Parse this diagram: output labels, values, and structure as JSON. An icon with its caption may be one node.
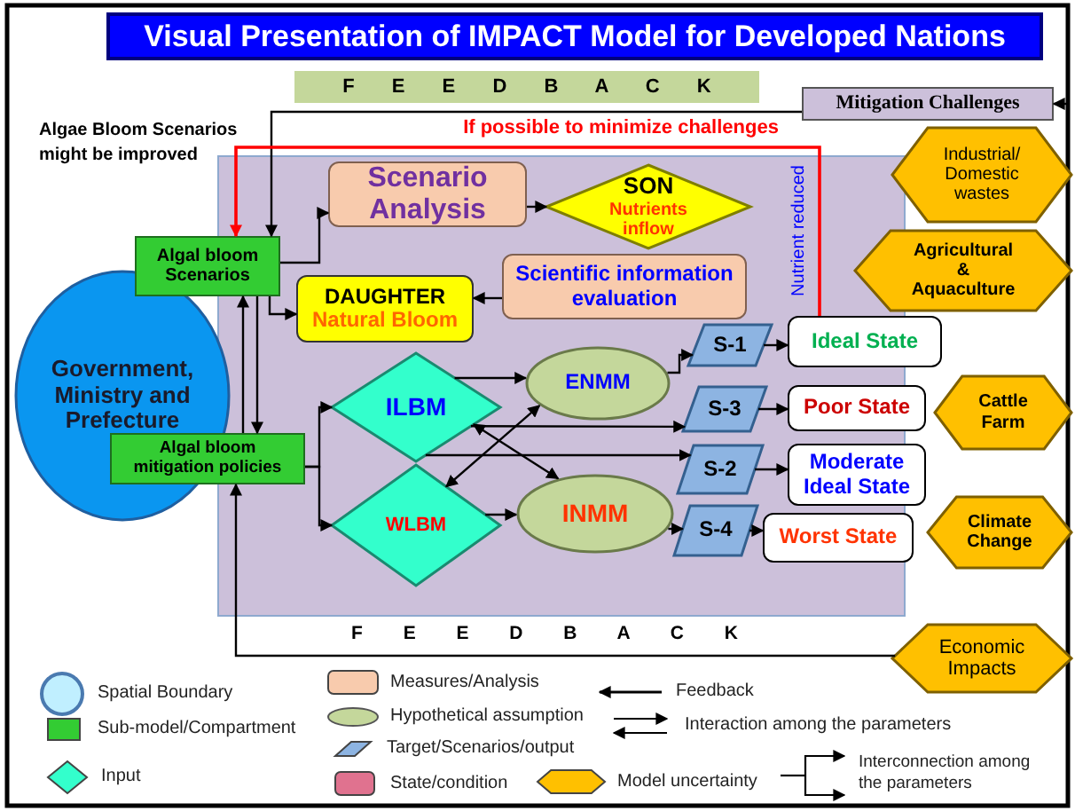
{
  "diagram": {
    "title": "Visual Presentation of IMPACT Model for Developed Nations",
    "nodes": [
      {
        "text": [
          "Government, Ministry and Prefecture"
        ]
      },
      {
        "text": [
          "Algal bloom Scenarios"
        ]
      },
      {
        "text": [
          "Algal bloom mitigation policies"
        ]
      },
      {
        "text": [
          "Scenario Analysis"
        ]
      },
      {
        "text": [
          "SON",
          "Nutrients inflow"
        ]
      },
      {
        "text": [
          "DAUGHTER",
          "Natural Bloom"
        ]
      },
      {
        "text": [
          "Scientific information evaluation"
        ]
      },
      {
        "text": [
          "ILBM"
        ]
      },
      {
        "text": [
          "WLBM"
        ]
      },
      {
        "text": [
          "ENMM"
        ]
      },
      {
        "text": [
          "INMM"
        ]
      },
      {
        "text": [
          "S-1"
        ]
      },
      {
        "text": [
          "S-3"
        ]
      },
      {
        "text": [
          "S-2"
        ]
      },
      {
        "text": [
          "S-4"
        ]
      },
      {
        "text": [
          "Ideal State"
        ]
      },
      {
        "text": [
          "Poor State"
        ]
      },
      {
        "text": [
          "Moderate Ideal State"
        ]
      },
      {
        "text": [
          "Worst State"
        ]
      },
      {
        "text": [
          "Mitigation Challenges"
        ]
      },
      {
        "text": [
          "Industrial/ Domestic wastes"
        ]
      },
      {
        "text": [
          "Agricultural & Aquaculture"
        ]
      },
      {
        "text": [
          "Cattle Farm"
        ]
      },
      {
        "text": [
          "Climate Change"
        ]
      },
      {
        "text": [
          "Economic Impacts"
        ]
      }
    ],
    "edges": [
      {
        "from": 1,
        "to": 3,
        "arrow": "to"
      },
      {
        "from": 3,
        "to": 4,
        "arrow": "to"
      },
      {
        "from": 1,
        "to": 5,
        "arrow": "to"
      },
      {
        "from": 2,
        "to": 1,
        "arrow": "to"
      },
      {
        "from": 1,
        "to": 2,
        "arrow": "to"
      },
      {
        "from": 6,
        "to": 5,
        "arrow": "to"
      },
      {
        "from": 2,
        "to": 7,
        "arrow": "to"
      },
      {
        "from": 2,
        "to": 8,
        "arrow": "to"
      },
      {
        "from": 7,
        "to": 9,
        "arrow": "to"
      },
      {
        "from": 8,
        "to": 10,
        "arrow": "to"
      },
      {
        "from": 7,
        "to": 10,
        "arrow": "both"
      },
      {
        "from": 9,
        "to": 8,
        "arrow": "both"
      },
      {
        "from": 7,
        "to": 12,
        "arrow": "to"
      },
      {
        "from": 7,
        "to": 13,
        "arrow": "to"
      },
      {
        "from": 9,
        "to": 11,
        "arrow": "to"
      },
      {
        "from": 10,
        "to": 14,
        "arrow": "to"
      },
      {
        "from": 11,
        "to": 15,
        "arrow": "to"
      },
      {
        "from": 12,
        "to": 16,
        "arrow": "to"
      },
      {
        "from": 13,
        "to": 17,
        "arrow": "to"
      },
      {
        "from": 14,
        "to": 18,
        "arrow": "to"
      },
      {
        "from": 19,
        "to": 1,
        "arrow": "to"
      },
      {
        "from": 15,
        "to": 1,
        "arrow": "to",
        "label": "If possible to minimize challenges",
        "color": "#ff0000"
      },
      {
        "from": 24,
        "to": 2,
        "arrow": "to"
      },
      {
        "from": null,
        "to": 19,
        "arrow": "to"
      }
    ],
    "labels": [
      "F E E D B A C K",
      "Algae Bloom Scenarios might be improved",
      "Nutrient reduced",
      "F E E D B A C K"
    ],
    "legend": [
      {
        "text": "Spatial Boundary",
        "color": "#c0efff"
      },
      {
        "text": "Measures/Analysis",
        "color": "#f8cbad"
      },
      {
        "text": "Feedback"
      },
      {
        "text": "Hypothetical assumption",
        "color": "#c4d79b"
      },
      {
        "text": "Interaction among the parameters"
      },
      {
        "text": "Sub-model/Compartment",
        "color": "#33cc33"
      },
      {
        "text": "Target/Scenarios/output",
        "color": "#8db4e2"
      },
      {
        "text": "Input",
        "color": "#33ffcc"
      },
      {
        "text": "State/condition",
        "color": "#e0728f"
      },
      {
        "text": "Model uncertainty",
        "color": "#ffc000"
      },
      {
        "text": "Interconnection among the parameters"
      }
    ]
  }
}
